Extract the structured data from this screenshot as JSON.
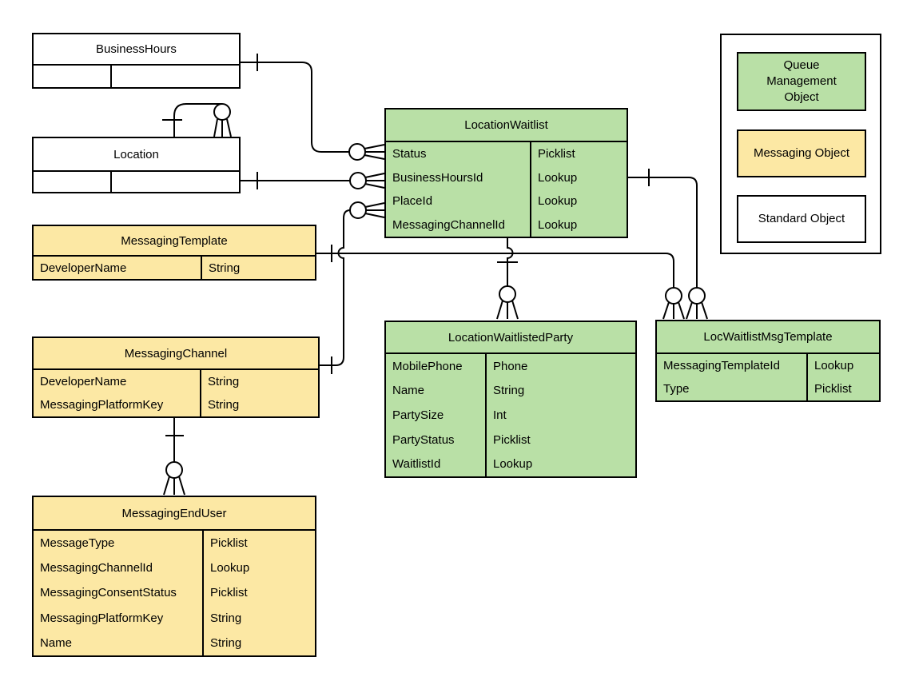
{
  "diagram": {
    "title": "Location waitlist / messaging entity relationship diagram",
    "colors": {
      "queue": "#b9e0a6",
      "messaging": "#fce8a4",
      "standard": "#ffffff",
      "line": "#000000"
    },
    "entities": [
      {
        "id": "businesshours",
        "title": "BusinessHours",
        "kind": "standard",
        "fields": [
          {
            "name": "",
            "type": ""
          }
        ]
      },
      {
        "id": "location",
        "title": "Location",
        "kind": "standard",
        "fields": [
          {
            "name": "",
            "type": ""
          }
        ]
      },
      {
        "id": "messagingtemplate",
        "title": "MessagingTemplate",
        "kind": "messaging",
        "fields": [
          {
            "name": "DeveloperName",
            "type": "String"
          }
        ]
      },
      {
        "id": "messagingchannel",
        "title": "MessagingChannel",
        "kind": "messaging",
        "fields": [
          {
            "name": "DeveloperName",
            "type": "String"
          },
          {
            "name": "MessagingPlatformKey",
            "type": "String"
          }
        ]
      },
      {
        "id": "messagingenduser",
        "title": "MessagingEndUser",
        "kind": "messaging",
        "fields": [
          {
            "name": "MessageType",
            "type": "Picklist"
          },
          {
            "name": "MessagingChannelId",
            "type": "Lookup"
          },
          {
            "name": "MessagingConsentStatus",
            "type": "Picklist"
          },
          {
            "name": "MessagingPlatformKey",
            "type": "String"
          },
          {
            "name": "Name",
            "type": "String"
          }
        ]
      },
      {
        "id": "locationwaitlist",
        "title": "LocationWaitlist",
        "kind": "queue",
        "fields": [
          {
            "name": "Status",
            "type": "Picklist"
          },
          {
            "name": "BusinessHoursId",
            "type": "Lookup"
          },
          {
            "name": "PlaceId",
            "type": "Lookup"
          },
          {
            "name": "MessagingChannelId",
            "type": "Lookup"
          }
        ]
      },
      {
        "id": "locationwaitlistedparty",
        "title": "LocationWaitlistedParty",
        "kind": "queue",
        "fields": [
          {
            "name": "MobilePhone",
            "type": "Phone"
          },
          {
            "name": "Name",
            "type": "String"
          },
          {
            "name": "PartySize",
            "type": "Int"
          },
          {
            "name": "PartyStatus",
            "type": "Picklist"
          },
          {
            "name": "WaitlistId",
            "type": "Lookup"
          }
        ]
      },
      {
        "id": "locwaitlistmsgtemplate",
        "title": "LocWaitlistMsgTemplate",
        "kind": "queue",
        "fields": [
          {
            "name": "MessagingTemplateId",
            "type": "Lookup"
          },
          {
            "name": "Type",
            "type": "Picklist"
          }
        ]
      }
    ],
    "legend": {
      "items": [
        {
          "label": "Queue Management Object",
          "kind": "queue"
        },
        {
          "label": "Messaging Object",
          "kind": "messaging"
        },
        {
          "label": "Standard Object",
          "kind": "standard"
        }
      ]
    },
    "relationships": [
      {
        "from": "Location",
        "to": "Location",
        "note": "self reference, one to zero-or-many"
      },
      {
        "from": "BusinessHours",
        "to": "LocationWaitlist",
        "note": "one to zero-or-many"
      },
      {
        "from": "Location",
        "to": "LocationWaitlist",
        "note": "one to zero-or-many"
      },
      {
        "from": "MessagingChannel",
        "to": "LocationWaitlist",
        "note": "one to zero-or-many"
      },
      {
        "from": "MessagingTemplate",
        "to": "LocWaitlistMsgTemplate",
        "note": "one to zero-or-many"
      },
      {
        "from": "LocationWaitlist",
        "to": "LocationWaitlistedParty",
        "note": "one to zero-or-many"
      },
      {
        "from": "LocationWaitlist",
        "to": "LocWaitlistMsgTemplate",
        "note": "one to zero-or-many"
      },
      {
        "from": "MessagingChannel",
        "to": "MessagingEndUser",
        "note": "one to zero-or-many"
      }
    ]
  }
}
